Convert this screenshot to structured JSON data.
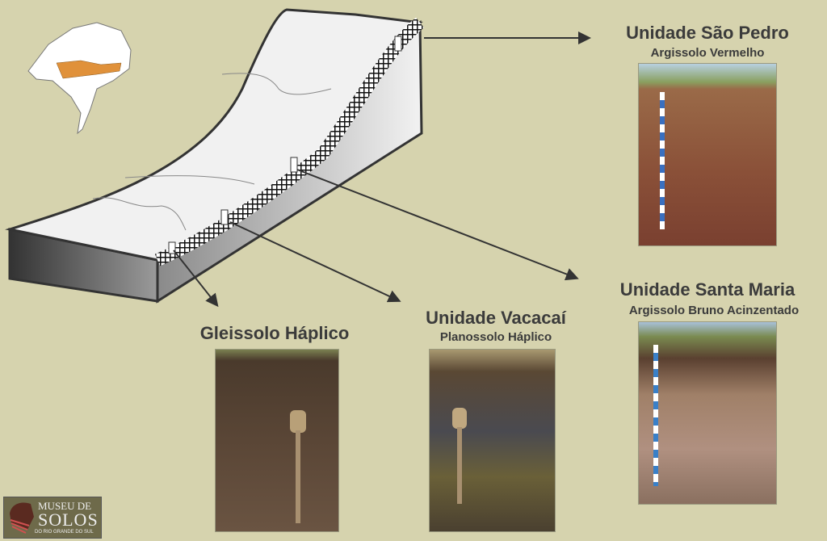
{
  "labels": {
    "sao_pedro_title": "Unidade São Pedro",
    "sao_pedro_soil": "Argissolo Vermelho",
    "santa_maria_title": "Unidade Santa Maria",
    "santa_maria_soil": "Argissolo Bruno Acinzentado",
    "gleissolo": "Gleissolo Háplico",
    "vacacai_title": "Unidade Vacacaí",
    "vacacai_soil": "Planossolo Háplico"
  },
  "logo": {
    "line1": "MUSEU DE",
    "line2": "SOLOS",
    "line3": "DO RIO GRANDE DO SUL"
  },
  "colors": {
    "background": "#d6d3ae",
    "region_highlight": "#e0913a"
  }
}
